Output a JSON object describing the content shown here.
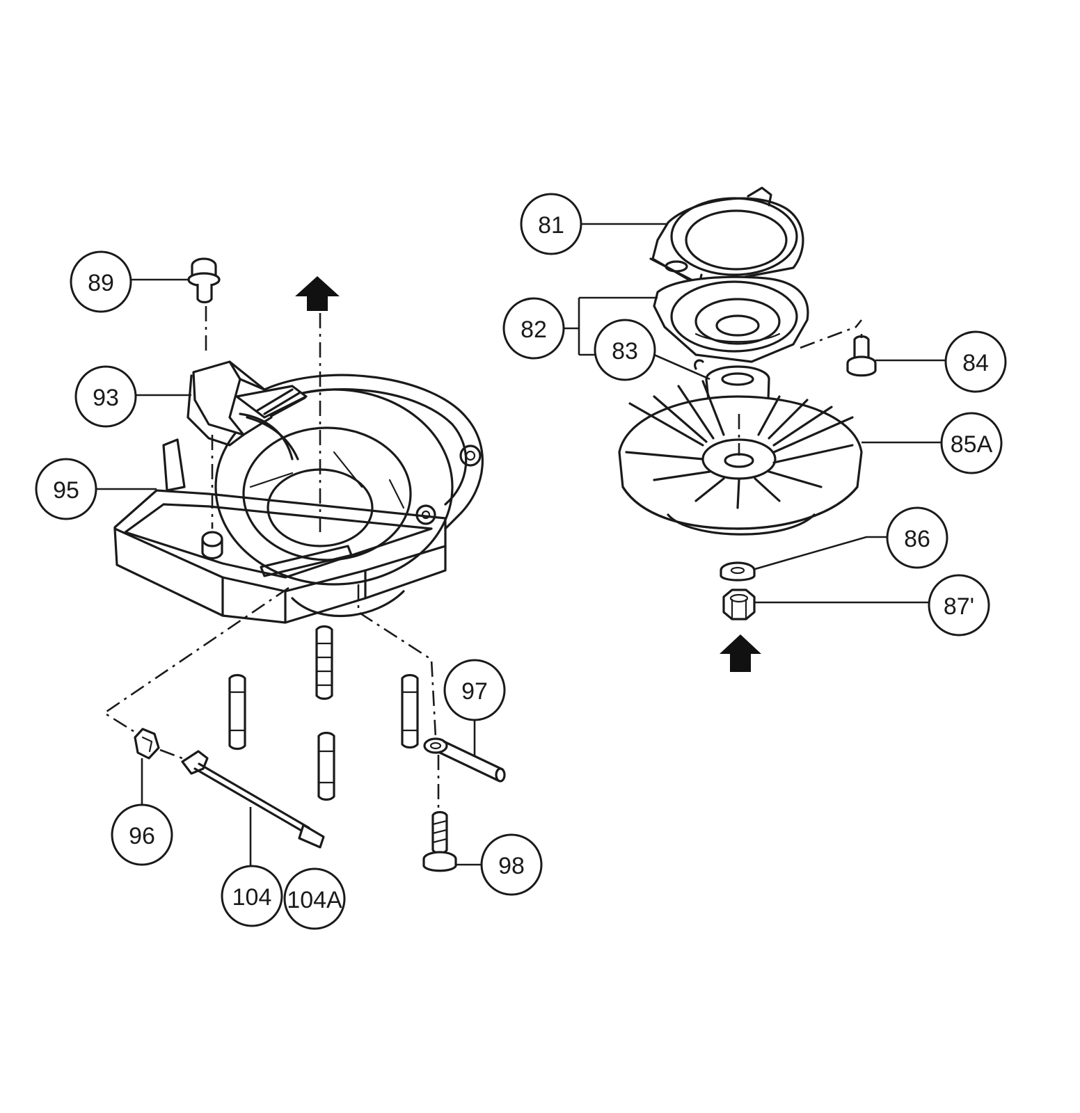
{
  "callouts": [
    {
      "id": "c81",
      "label": "81"
    },
    {
      "id": "c82",
      "label": "82"
    },
    {
      "id": "c83",
      "label": "83"
    },
    {
      "id": "c84",
      "label": "84"
    },
    {
      "id": "c85a",
      "label": "85A"
    },
    {
      "id": "c86",
      "label": "86"
    },
    {
      "id": "c87",
      "label": "87'"
    },
    {
      "id": "c89",
      "label": "89"
    },
    {
      "id": "c93",
      "label": "93"
    },
    {
      "id": "c95",
      "label": "95"
    },
    {
      "id": "c96",
      "label": "96"
    },
    {
      "id": "c97",
      "label": "97"
    },
    {
      "id": "c98",
      "label": "98"
    },
    {
      "id": "c104",
      "label": "104"
    },
    {
      "id": "c104a",
      "label": "104A"
    }
  ],
  "colors": {
    "ink": "#1a1a1a",
    "background": "#ffffff"
  }
}
